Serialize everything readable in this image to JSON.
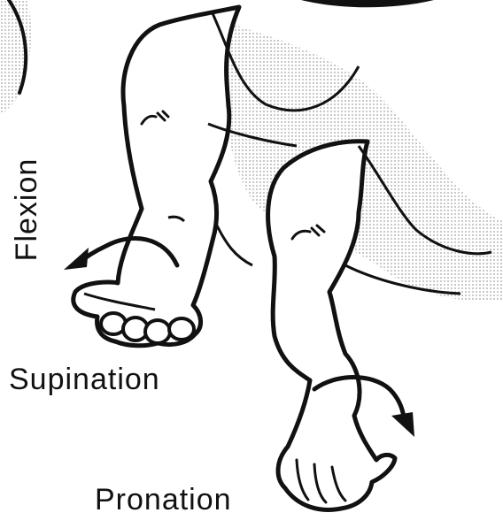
{
  "labels": {
    "supination": "Supination",
    "pronation": "Pronation",
    "flexion": "Flexion"
  },
  "colors": {
    "ink": "#111111",
    "shade": "#d9d9d9",
    "background": "#ffffff"
  }
}
